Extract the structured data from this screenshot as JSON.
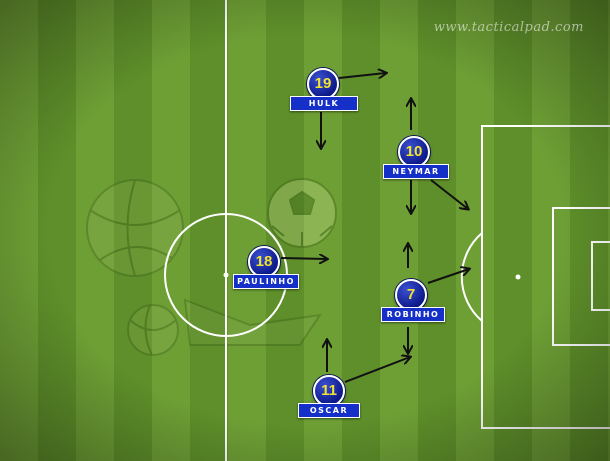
{
  "watermark": "www.tacticalpad.com",
  "colors": {
    "pitch_light": "#6e9f35",
    "pitch_dark": "#5e8f2a",
    "line": "#ffffff",
    "player_fill": "#1430c8",
    "number_text": "#f2e233",
    "arrow": "#111111"
  },
  "players": [
    {
      "number": "19",
      "name": "HULK"
    },
    {
      "number": "10",
      "name": "NEYMAR"
    },
    {
      "number": "18",
      "name": "PAULINHO"
    },
    {
      "number": "7",
      "name": "ROBINHO"
    },
    {
      "number": "11",
      "name": "OSCAR"
    }
  ]
}
